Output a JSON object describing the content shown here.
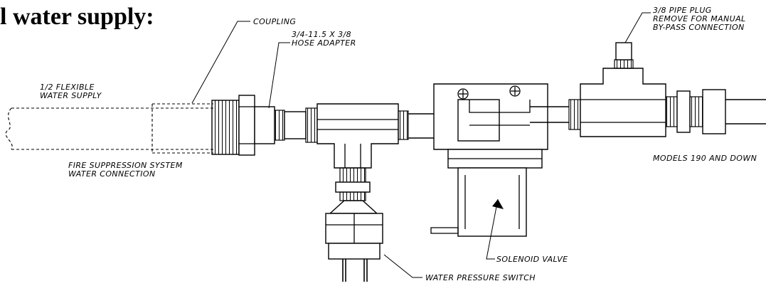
{
  "heading": "l water supply:",
  "labels": {
    "coupling": "COUPLING",
    "hose_adapter_1": "3/4-11.5 X 3/8",
    "hose_adapter_2": "HOSE ADAPTER",
    "flexible_1": "1/2 FLEXIBLE",
    "flexible_2": "WATER SUPPLY",
    "fire_1": "FIRE SUPPRESSION SYSTEM",
    "fire_2": "WATER CONNECTION",
    "pipe_plug_1": "3/8 PIPE PLUG",
    "pipe_plug_2": "REMOVE FOR MANUAL",
    "pipe_plug_3": "BY-PASS CONNECTION",
    "models": "MODELS 190 AND DOWN",
    "solenoid": "SOLENOID VALVE",
    "pressure_switch": "WATER PRESSURE SWITCH"
  }
}
